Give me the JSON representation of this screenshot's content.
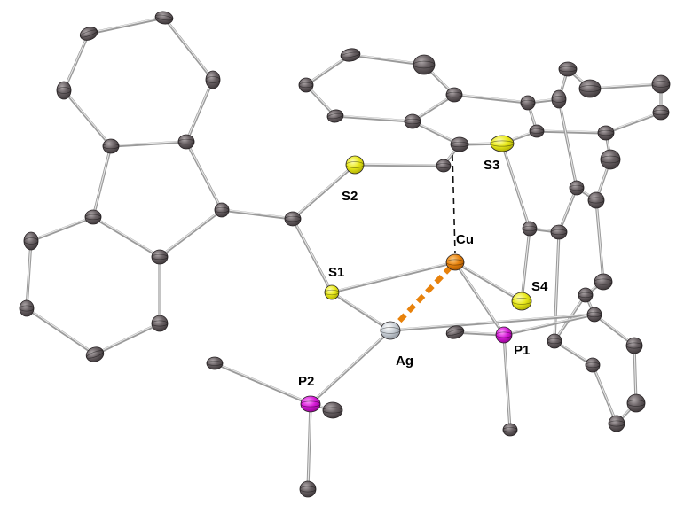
{
  "labels": {
    "S1": "S1",
    "S2": "S2",
    "S3": "S3",
    "S4": "S4",
    "Cu": "Cu",
    "Ag": "Ag",
    "P1": "P1",
    "P2": "P2"
  },
  "colors": {
    "carbon": "#5a5356",
    "sulfur": "#e8e81a",
    "copper": "#e8820c",
    "silver": "#c9cfd6",
    "phosphorus": "#d61ad6",
    "bond": "#9a9a9a",
    "contact_dash": "#111111"
  }
}
